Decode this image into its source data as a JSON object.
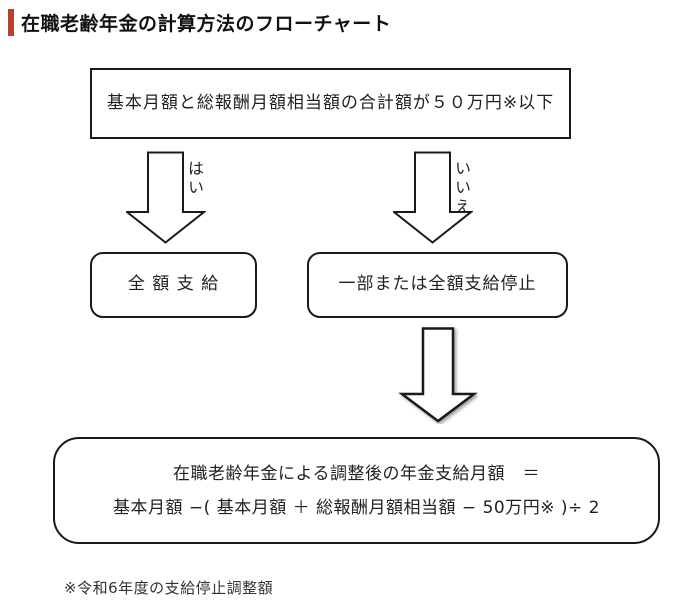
{
  "page": {
    "title": "在職老齢年金の計算方法のフローチャート",
    "accent_color": "#b5432c"
  },
  "flowchart": {
    "condition_box": "基本月額と総報酬月額相当額の合計額が５０万円※以下",
    "yes_label": "はい",
    "no_label": "いいえ",
    "full_payment_box": "全 額 支 給",
    "partial_suspension_box": "一部または全額支給停止",
    "result_line1": "在職老齢年金による調整後の年金支給月額　＝",
    "result_line2": "基本月額 −( 基本月額 ＋ 総報酬月額相当額 − 50万円※ )÷ 2",
    "footnote": "※令和6年度の支給停止調整額"
  }
}
